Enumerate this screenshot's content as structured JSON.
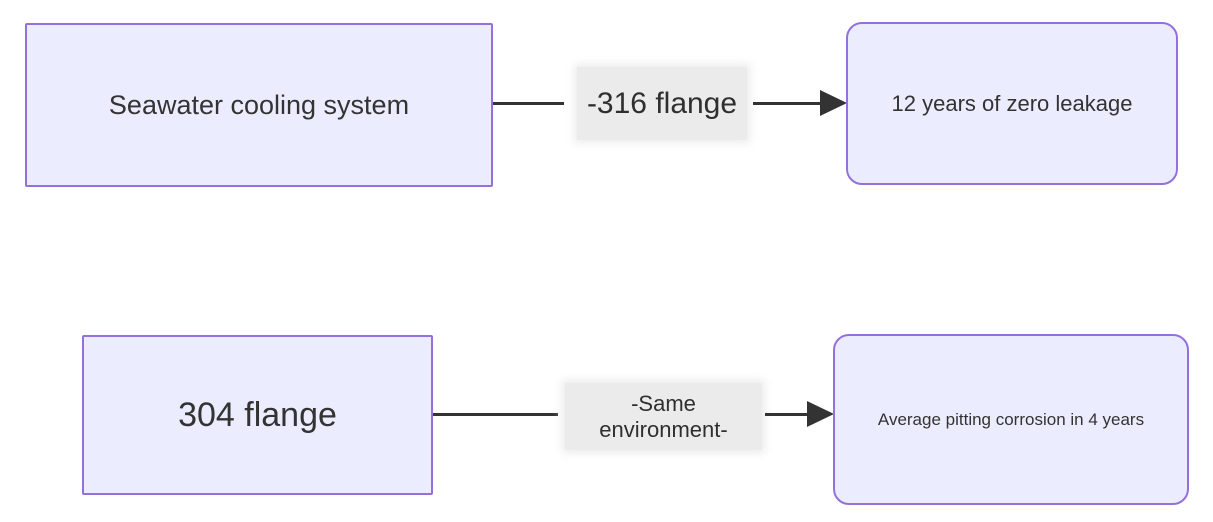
{
  "colors": {
    "canvas_background": "#ffffff",
    "node_fill": "#ECECFF",
    "node_border": "#9370DB",
    "edge_line": "#333333",
    "edge_label_background": "#ebebeb",
    "text": "#333333"
  },
  "flowchart": {
    "rows": [
      {
        "source": {
          "label": "Seawater cooling system",
          "shape": "rect"
        },
        "edge_label": "-316 flange",
        "target": {
          "label": "12 years of zero leakage",
          "shape": "rounded"
        }
      },
      {
        "source": {
          "label": "304 flange",
          "shape": "rect"
        },
        "edge_label": "-Same environment-",
        "target": {
          "label": "Average pitting corrosion in 4 years",
          "shape": "rounded"
        }
      }
    ]
  }
}
